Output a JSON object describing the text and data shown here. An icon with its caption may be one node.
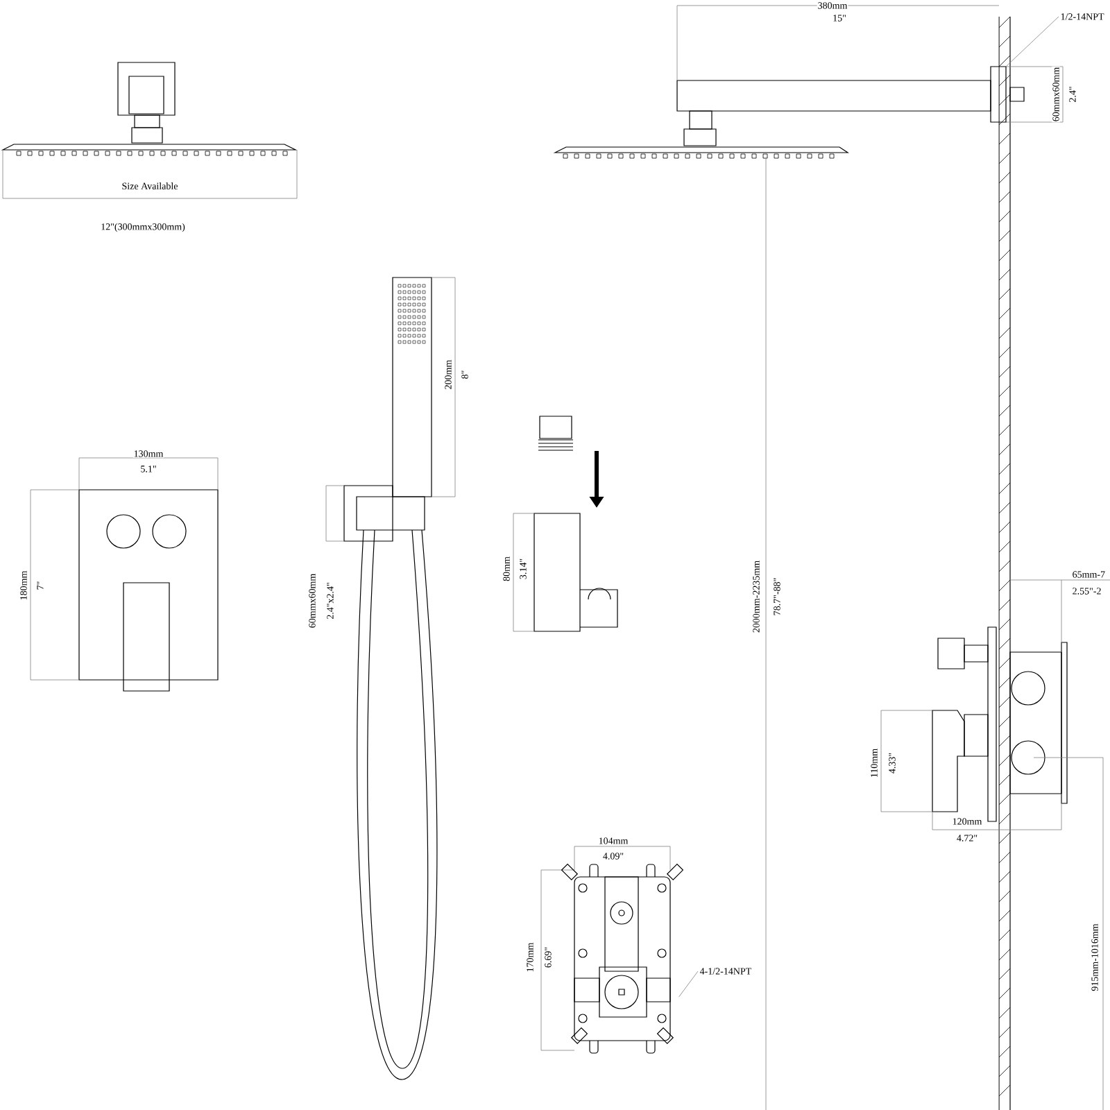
{
  "diagram": {
    "nodes": [
      {
        "text": [
          "1/2-14NPT"
        ]
      },
      {
        "text": [
          "4-1/2-14NPT"
        ]
      },
      {
        "text": [],
        "shape": "box"
      },
      {
        "text": [],
        "shape": "picture"
      }
    ],
    "edges": [
      {
        "from": 0,
        "to": 2,
        "arrow": "none"
      },
      {
        "from": 1,
        "to": 3,
        "arrow": "none"
      }
    ],
    "labels": [
      "Size Available",
      "12\"(300mmx300mm)",
      "380mm",
      "15\"",
      "60mmx60mm",
      "2.4\"",
      "200mm",
      "8\"",
      "130mm",
      "5.1\"",
      "180mm",
      "7\"",
      "80mm",
      "3.14\"",
      "60mmx60mm",
      "2.4\"x2.4\"",
      "2000mm-2235mm",
      "78.7\"-88\"",
      "65mm-7",
      "2.55\"-2",
      "110mm",
      "4.33\"",
      "120mm",
      "4.72\"",
      "104mm",
      "4.09\"",
      "170mm",
      "6.69\"",
      "915mm-1016mm"
    ]
  }
}
